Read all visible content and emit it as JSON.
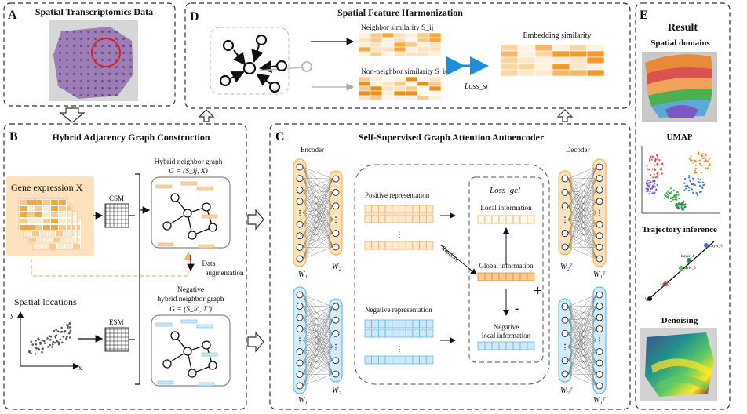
{
  "panels": {
    "a": {
      "letter": "A",
      "title": "Spatial Transcriptomics Data"
    },
    "b": {
      "letter": "B",
      "title": "Hybrid Adjacency Graph Construction",
      "gene_expression": "Gene expression X",
      "csm": "CSM",
      "esm": "ESM",
      "spatial_locations": "Spatial locations",
      "axis_y": "y",
      "axis_x": "x",
      "hybrid_graph_title": "Hybrid neighbor graph",
      "hybrid_graph_formula": "G = (S_ij, X)",
      "data_aug_1": "Data",
      "data_aug_2": "augmentation",
      "neg_graph_title_1": "Negative",
      "neg_graph_title_2": "hybrid neighbor graph",
      "neg_graph_formula": "G = (S_io, X')"
    },
    "c": {
      "letter": "C",
      "title": "Self-Supervised Graph Attention Autoencoder",
      "encoder": "Encoder",
      "decoder": "Decoder",
      "w1": "W₁",
      "w2": "W₂",
      "w2t": "W₂ᵀ",
      "w1t": "W₁ᵀ",
      "positive_rep": "Positive representation",
      "negative_rep": "Negative representation",
      "readout": "Readout",
      "loss_gcl": "Loss_gcl",
      "local_info": "Local information",
      "global_info": "Global information",
      "neg_local_1": "Negative",
      "neg_local_2": "local information",
      "minus": "-",
      "plus": "+"
    },
    "d": {
      "letter": "D",
      "title": "Spatial Feature Harmonization",
      "neighbor_sim": "Neighbor  similarity S_ij",
      "non_neighbor_sim": "Non-neighbor  similarity S_io",
      "loss_sr": "Loss_sr",
      "embedding_sim": "Embedding similarity"
    },
    "e": {
      "letter": "E",
      "title": "Result",
      "spatial_domains": "Spatial domains",
      "umap": "UMAP",
      "trajectory": "Trajectory inference",
      "denoising": "Denoising",
      "traj_labels": [
        "Layer_3",
        "Layer_4",
        "Layer_5",
        "Layer_6",
        "WM"
      ]
    }
  },
  "colors": {
    "orange": "#f5a93a",
    "light_orange": "#fde2bd",
    "blue": "#4fb4e6",
    "light_blue": "#d4ecfa",
    "panel_border": "#333333"
  }
}
